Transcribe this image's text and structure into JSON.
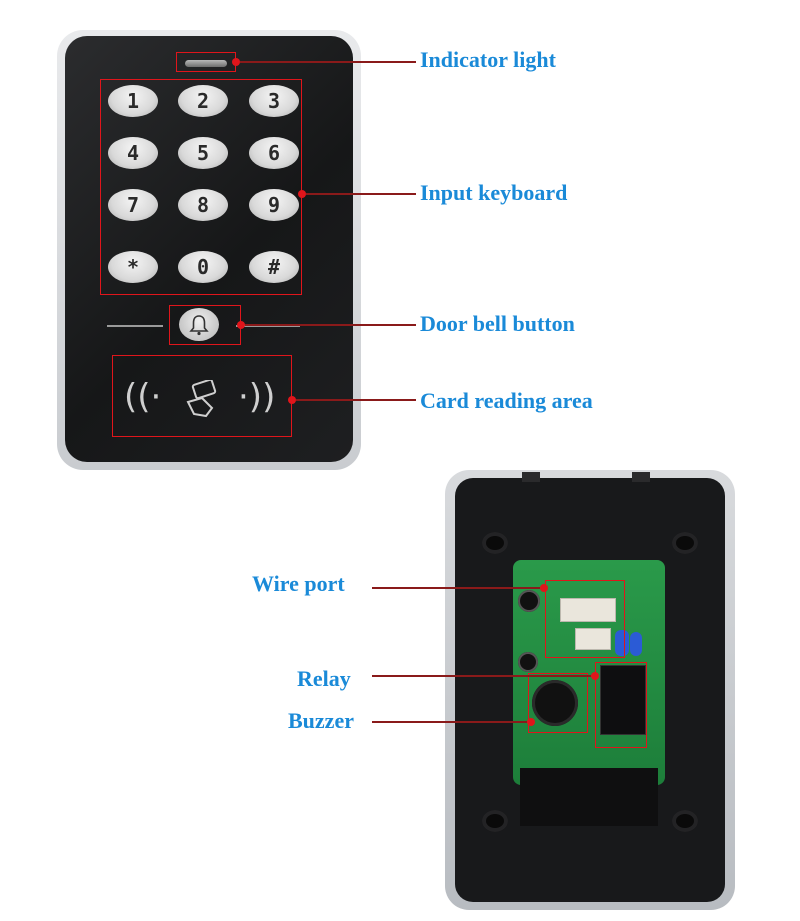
{
  "callouts": {
    "indicator_light": "Indicator light",
    "input_keyboard": "Input keyboard",
    "door_bell_button": "Door bell button",
    "card_reading_area": "Card reading area",
    "wire_port": "Wire port",
    "relay": "Relay",
    "buzzer": "Buzzer"
  },
  "keypad": {
    "keys": [
      "1",
      "2",
      "3",
      "4",
      "5",
      "6",
      "7",
      "8",
      "9",
      "*",
      "0",
      "#"
    ]
  },
  "colors": {
    "callout_text": "#1a8ad8",
    "annotation": "#e0151b"
  }
}
